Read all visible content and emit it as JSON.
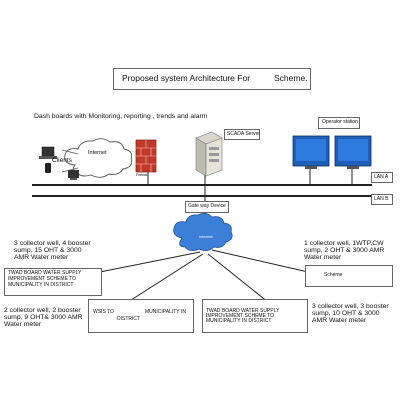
{
  "title_box": {
    "left": "Proposed system Architecture For",
    "right": "Scheme."
  },
  "dashboard_caption": "Dash boards with Monitoring, reporting , trends and alarm",
  "internet_label": "Internet",
  "clients_label": "Clients",
  "firewall_label": "Firewall",
  "scada_server_label": "SCADA Server",
  "operator_station_label": "Operator station",
  "lan_a_label": "LAN A",
  "lan_b_label": "LAN B",
  "gateway_label": "Gate way Device",
  "cloud_label": "Internet",
  "left_top_desc": [
    "3 collector well, 4 booster",
    "sump, 15 OHT & 3000",
    "AMR Water meter"
  ],
  "left_box_text": [
    "TWAD BOARD WATER SUPPLY",
    "IMPROVEMENT SCHEME TO",
    "MUNICIPALITY IN          DISTRICT"
  ],
  "left_bottom_desc": [
    "2 collector well, 2 booster",
    "sump, 9 OHT& 3000 AMR",
    "Water meter"
  ],
  "middle_left_box": {
    "left": "WSIS TO",
    "right": "MUNICIPALITY IN",
    "bottom": "DISTRICT"
  },
  "middle_right_box_text": [
    "TWAD BOARD WATER SUPPLY",
    "IMPROVEMENT SCHEME TO",
    "MUNICIPALITY IN           DISTRICT"
  ],
  "right_top_desc": [
    "1 collector well, 1WTP,CW",
    "sump, 2 OHT & 3000 AMR",
    "Water meter"
  ],
  "right_box_text": "Scheme",
  "right_bottom_desc": [
    "3 collector well, 3 booster",
    "sump, 10 OHT & 3000",
    "AMR Water meter"
  ],
  "colors": {
    "monitor_blue": "#1f5fb8",
    "firewall_red": "#c0392b",
    "cloud_blue": "#3b7fd9",
    "line": "#222222"
  }
}
